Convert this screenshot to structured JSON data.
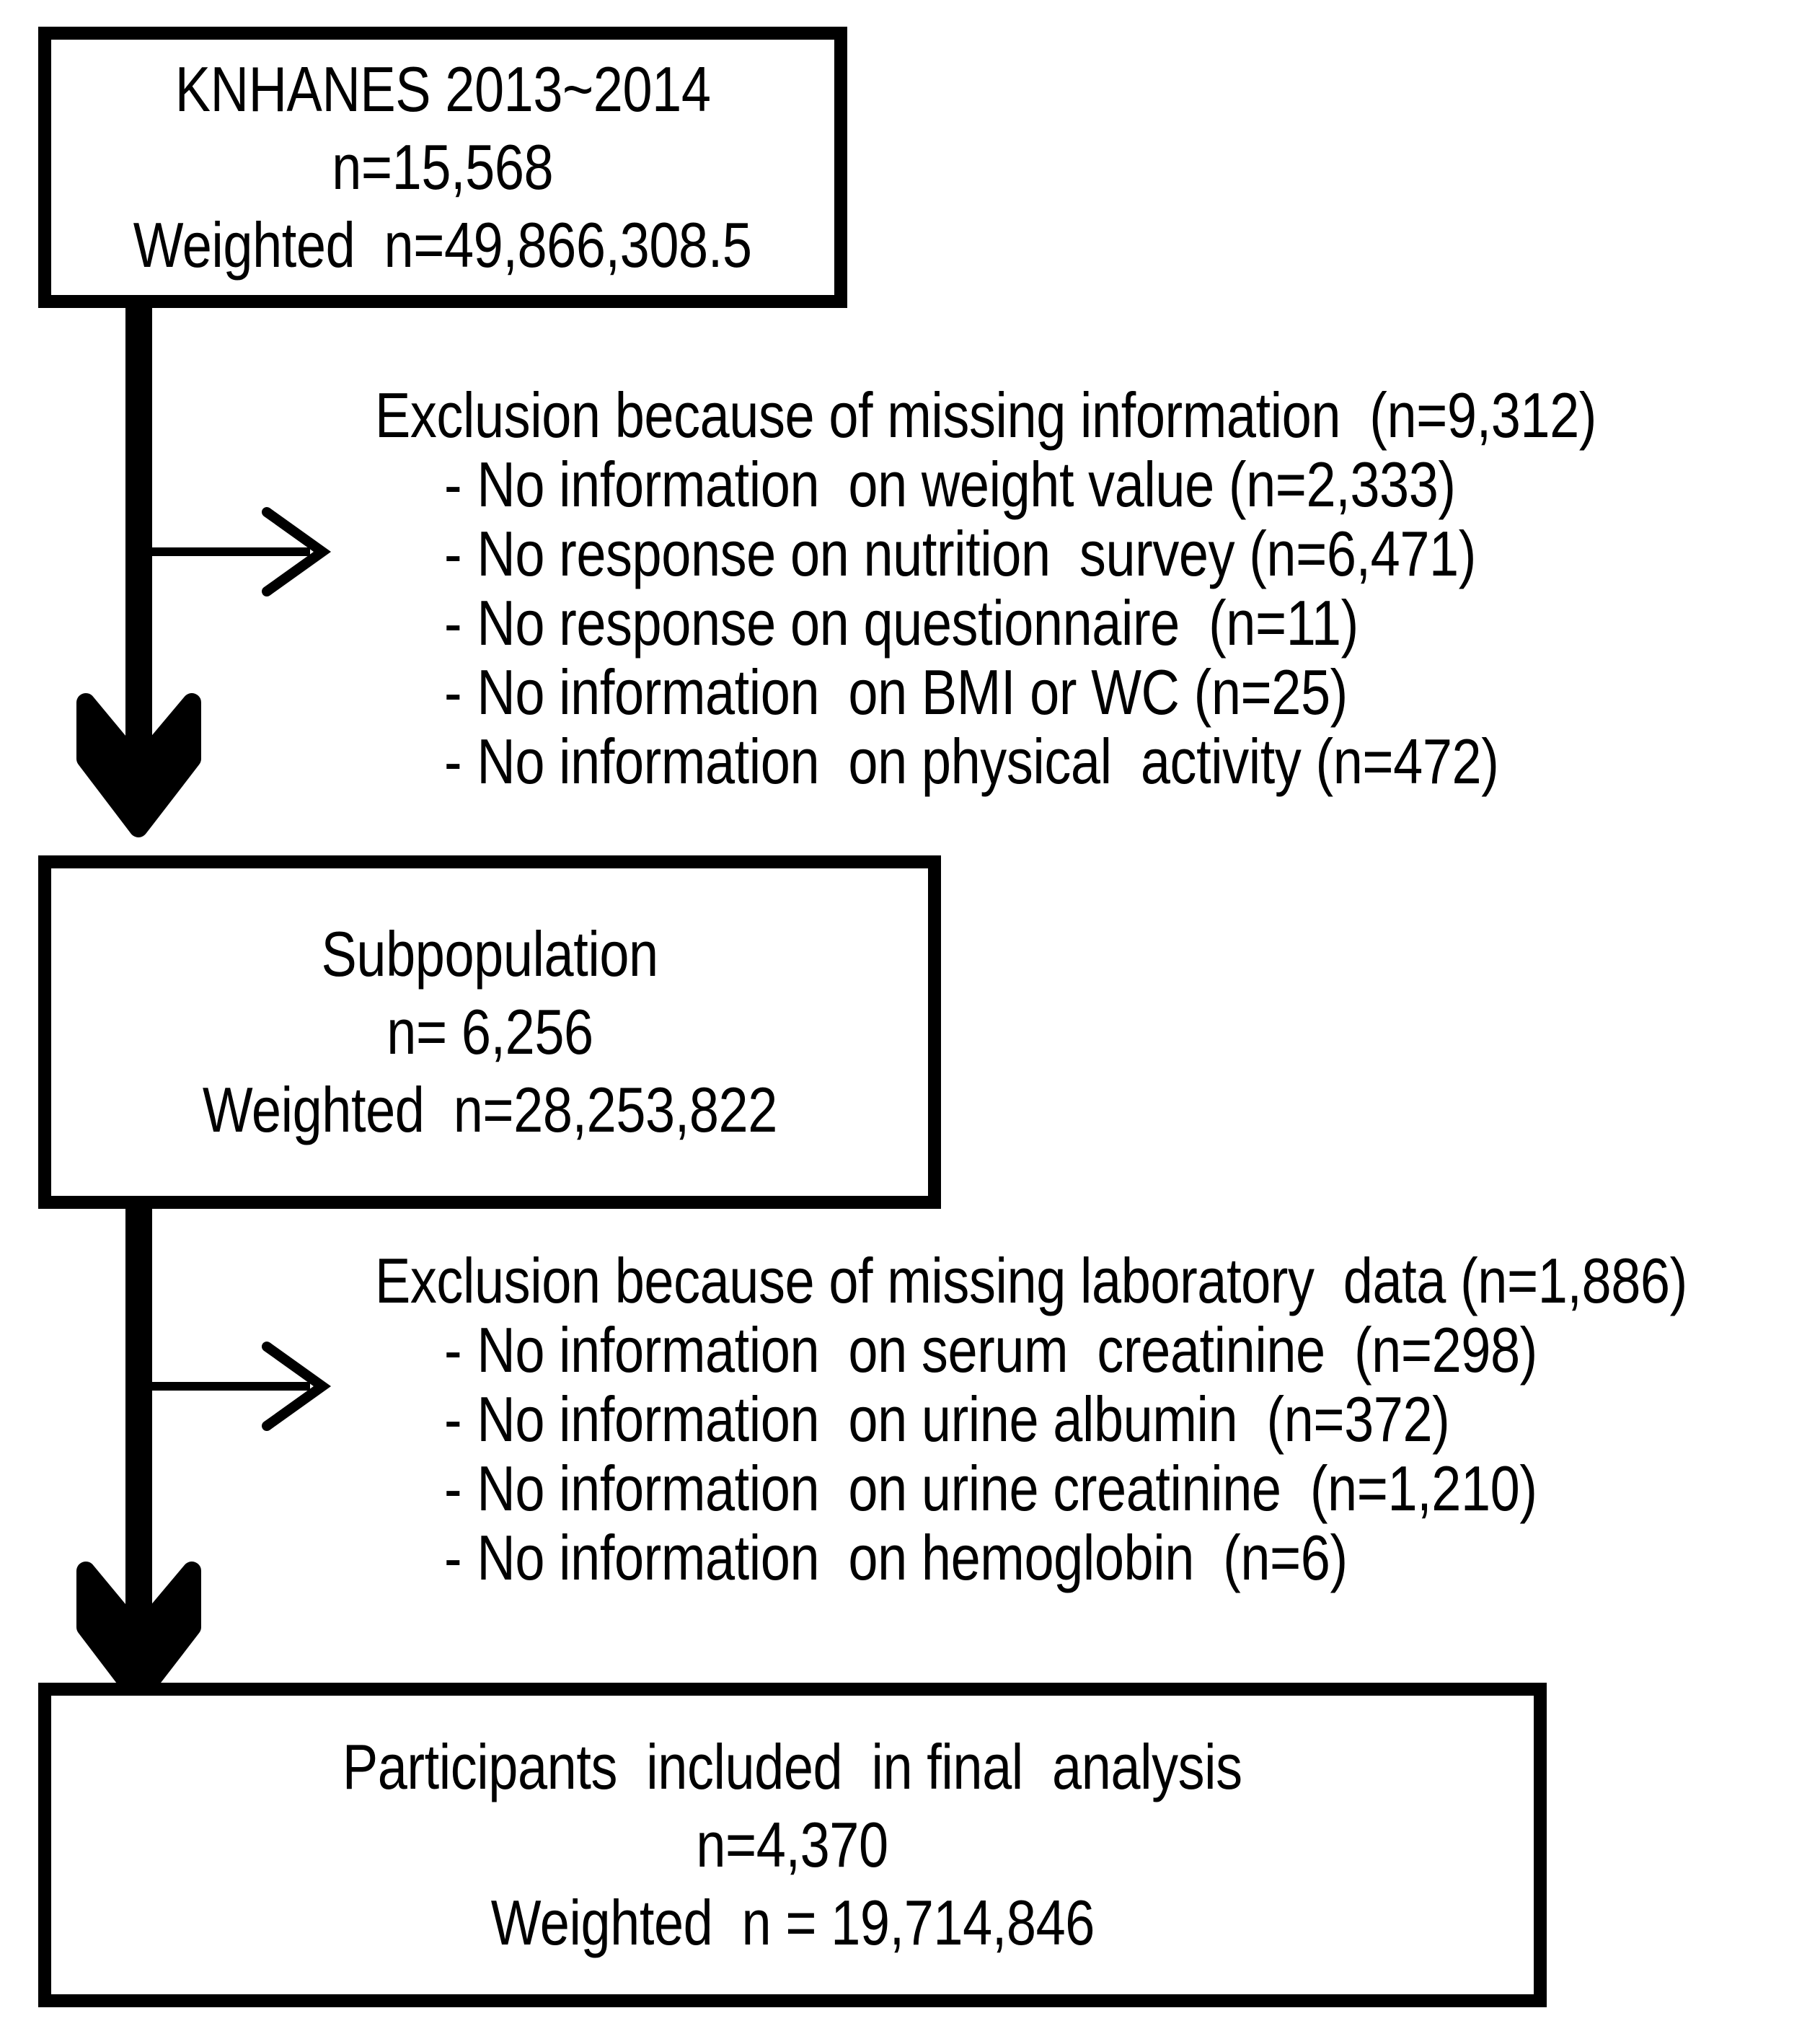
{
  "figure": {
    "type": "participant-flow-diagram",
    "colors": {
      "stroke": "#000000",
      "background": "#ffffff",
      "text": "#000000"
    }
  },
  "nodes": {
    "baseline": {
      "name": "baseline-cohort-box",
      "lines": [
        "KNHANES 2013~2014",
        "n=15,568",
        "Weighted  n=49,866,308.5"
      ]
    },
    "subpopulation": {
      "name": "subpopulation-box",
      "lines": [
        "Subpopulation",
        "n= 6,256",
        "Weighted  n=28,253,822"
      ]
    },
    "final": {
      "name": "final-analysis-box",
      "lines": [
        "Participants  included  in final  analysis",
        "n=4,370",
        "Weighted  n = 19,714,846"
      ]
    }
  },
  "exclusions": [
    {
      "name": "exclusion-missing-information",
      "heading": "Exclusion because of missing information  (n=9,312)",
      "items": [
        "No information  on weight value (n=2,333)",
        "No response on nutrition  survey (n=6,471)",
        "No response on questionnaire  (n=11)",
        "No information  on BMI or WC (n=25)",
        "No information  on physical  activity (n=472)"
      ],
      "bullet": "-"
    },
    {
      "name": "exclusion-missing-laboratory-data",
      "heading": "Exclusion because of missing laboratory  data (n=1,886)",
      "items": [
        "No information  on serum  creatinine  (n=298)",
        "No information  on urine albumin  (n=372)",
        "No information  on urine creatinine  (n=1,210)",
        "No information  on hemoglobin  (n=6)"
      ],
      "bullet": "-"
    }
  ],
  "connectors": [
    {
      "name": "down-arrow-baseline-to-subpopulation",
      "direction": "down",
      "style": "thick-filled-chevron"
    },
    {
      "name": "branch-arrow-to-exclusion-1",
      "direction": "right",
      "style": "thin-open-chevron"
    },
    {
      "name": "down-arrow-subpopulation-to-final",
      "direction": "down",
      "style": "thick-filled-chevron"
    },
    {
      "name": "branch-arrow-to-exclusion-2",
      "direction": "right",
      "style": "thin-open-chevron"
    }
  ]
}
